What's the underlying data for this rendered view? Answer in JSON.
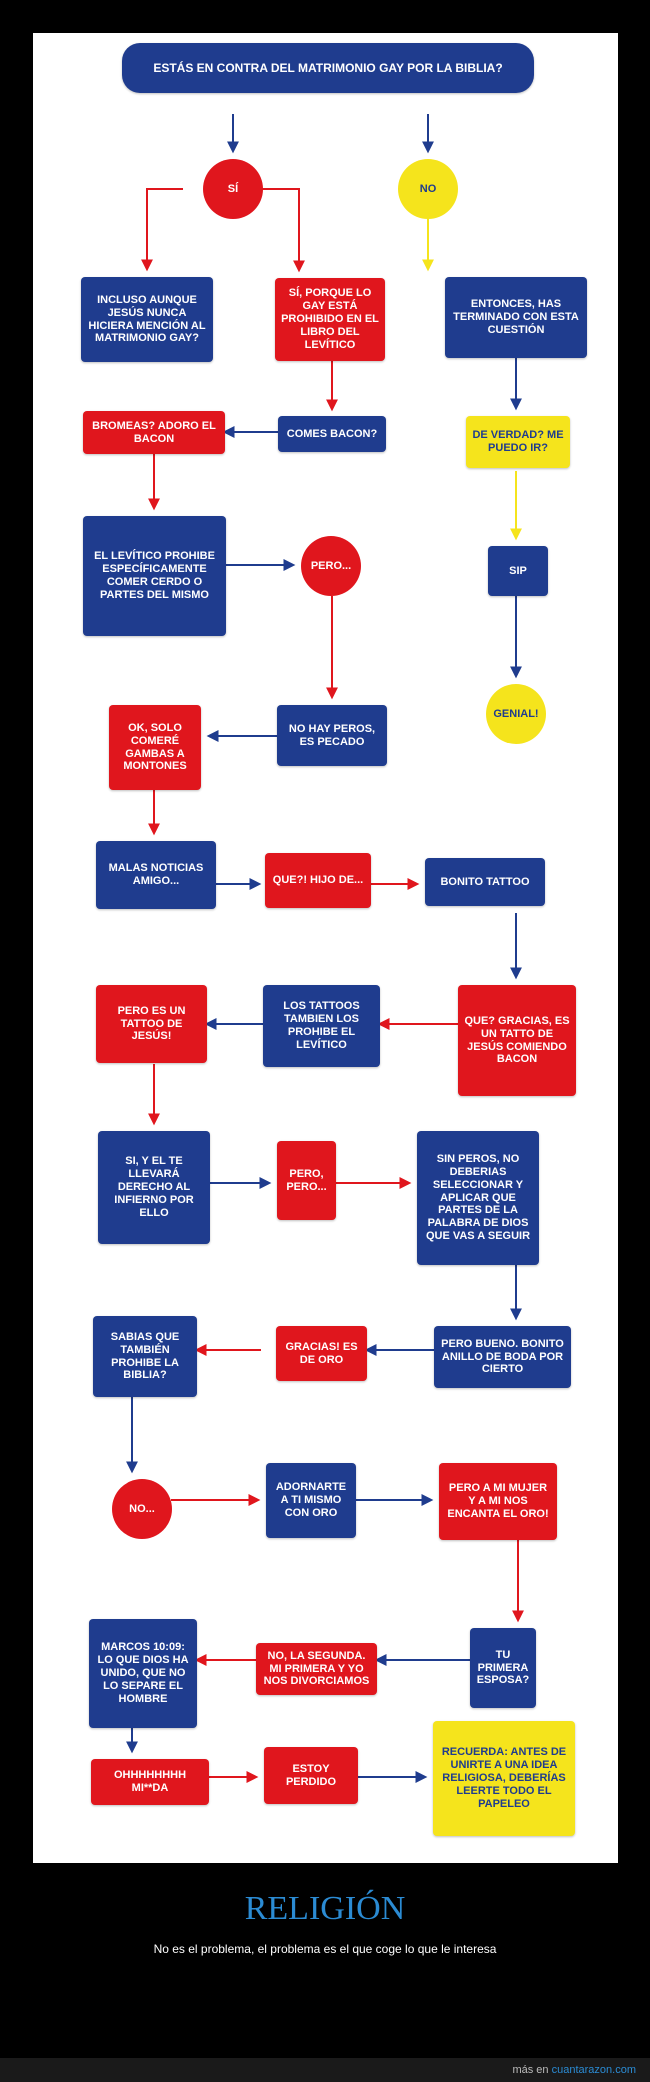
{
  "nodes": {
    "title": "ESTÁS EN CONTRA DEL MATRIMONIO GAY POR LA BIBLIA?",
    "si": "SÍ",
    "no": "NO",
    "incluso": "INCLUSO AUNQUE JESÚS NUNCA HICIERA MENCIÓN AL MATRIMONIO GAY?",
    "levitico_gay": "SÍ, PORQUE LO GAY ESTÁ PROHIBIDO EN EL LIBRO DEL LEVÍTICO",
    "entonces": "ENTONCES, HAS TERMINADO CON ESTA CUESTIÓN",
    "bromeas": "BROMEAS? ADORO EL BACON",
    "comes_bacon": "COMES BACON?",
    "de_verdad": "DE VERDAD? ME PUEDO IR?",
    "levitico_cerdo": "EL LEVÍTICO PROHIBE ESPECÍFICAMENTE COMER CERDO O PARTES DEL MISMO",
    "pero1": "PERO...",
    "sip": "SIP",
    "gambas": "OK, SOLO COMERÉ GAMBAS A MONTONES",
    "no_hay_peros": "NO HAY PEROS, ES PECADO",
    "genial": "GENIAL!",
    "malas": "MALAS NOTICIAS AMIGO...",
    "que_hijo": "QUE?! HIJO DE...",
    "bonito_tattoo": "BONITO TATTOO",
    "pero_tattoo": "PERO ES UN TATTOO DE JESÚS!",
    "tattoos_prohibe": "LOS TATTOOS TAMBIEN LOS PROHIBE EL LEVÍTICO",
    "gracias_tattoo": "QUE? GRACIAS, ES UN TATTO DE JESÚS COMIENDO BACON",
    "infierno": "SI, Y EL TE LLEVARÁ DERECHO AL INFIERNO POR ELLO",
    "pero2": "PERO, PERO...",
    "sin_peros": "SIN PEROS, NO DEBERIAS SELECCIONAR Y APLICAR QUE PARTES DE LA PALABRA DE DIOS QUE VAS A SEGUIR",
    "sabias": "SABIAS QUE TAMBIÉN PROHIBE LA BIBLIA?",
    "gracias_oro": "GRACIAS! ES DE ORO",
    "anillo": "PERO BUENO. BONITO ANILLO DE BODA POR CIERTO",
    "no_dots": "NO...",
    "adornarte": "ADORNARTE A TI MISMO CON ORO",
    "mi_mujer": "PERO A MI MUJER Y A MI NOS ENCANTA EL ORO!",
    "marcos": "MARCOS 10:09: LO QUE DIOS HA UNIDO, QUE NO LO SEPARE EL HOMBRE",
    "segunda": "NO, LA SEGUNDA. MI PRIMERA Y YO NOS DIVORCIAMOS",
    "primera": "TU PRIMERA ESPOSA?",
    "ohh": "OHHHHHHHH MI**DA",
    "perdido": "ESTOY PERDIDO",
    "recuerda": "RECUERDA: ANTES DE UNIRTE A UNA IDEA RELIGIOSA, DEBERÍAS LEERTE TODO EL PAPELEO"
  },
  "footer": {
    "title": "RELIGIÓN",
    "subtitle": "No es el problema, el problema es el que coge lo que le interesa",
    "credit_prefix": "más en",
    "credit_site": "cuantarazon.com"
  },
  "colors": {
    "blue": "#1f3c8e",
    "red": "#e0161d",
    "yellow": "#f5e41c"
  }
}
